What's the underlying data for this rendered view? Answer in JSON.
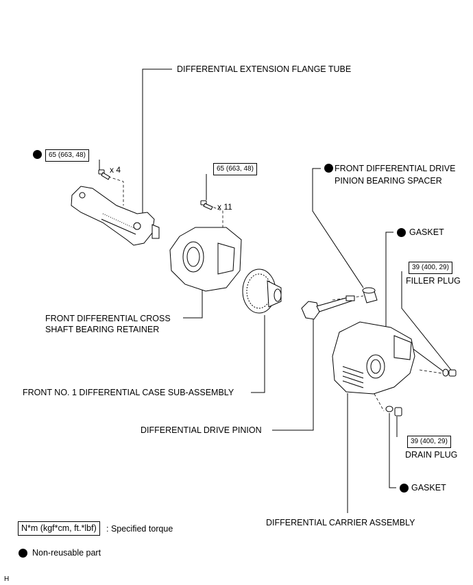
{
  "labels": {
    "ext_flange_tube": "DIFFERENTIAL EXTENSION FLANGE TUBE",
    "bearing_spacer_1": "FRONT DIFFERENTIAL DRIVE",
    "bearing_spacer_2": "PINION BEARING SPACER",
    "gasket_top": "GASKET",
    "filler_plug": "FILLER PLUG",
    "cross_shaft_1": "FRONT DIFFERENTIAL CROSS",
    "cross_shaft_2": "SHAFT BEARING RETAINER",
    "case_sub_assembly": "FRONT NO. 1 DIFFERENTIAL CASE SUB-ASSEMBLY",
    "drive_pinion": "DIFFERENTIAL DRIVE PINION",
    "drain_plug": "DRAIN PLUG",
    "gasket_bottom": "GASKET",
    "carrier_assembly": "DIFFERENTIAL CARRIER ASSEMBLY"
  },
  "torques": {
    "flange_tube_bolts": "65 (663, 48)",
    "retainer_bolts": "65 (663, 48)",
    "filler_plug": "39 (400, 29)",
    "drain_plug": "39 (400, 29)"
  },
  "quantities": {
    "flange_tube_bolts": "x 4",
    "retainer_bolts": "x 11"
  },
  "legend": {
    "torque_unit": "N*m (kgf*cm, ft.*lbf)",
    "torque_desc": ": Specified torque",
    "non_reusable": "Non-reusable part"
  },
  "footer_code": "H"
}
